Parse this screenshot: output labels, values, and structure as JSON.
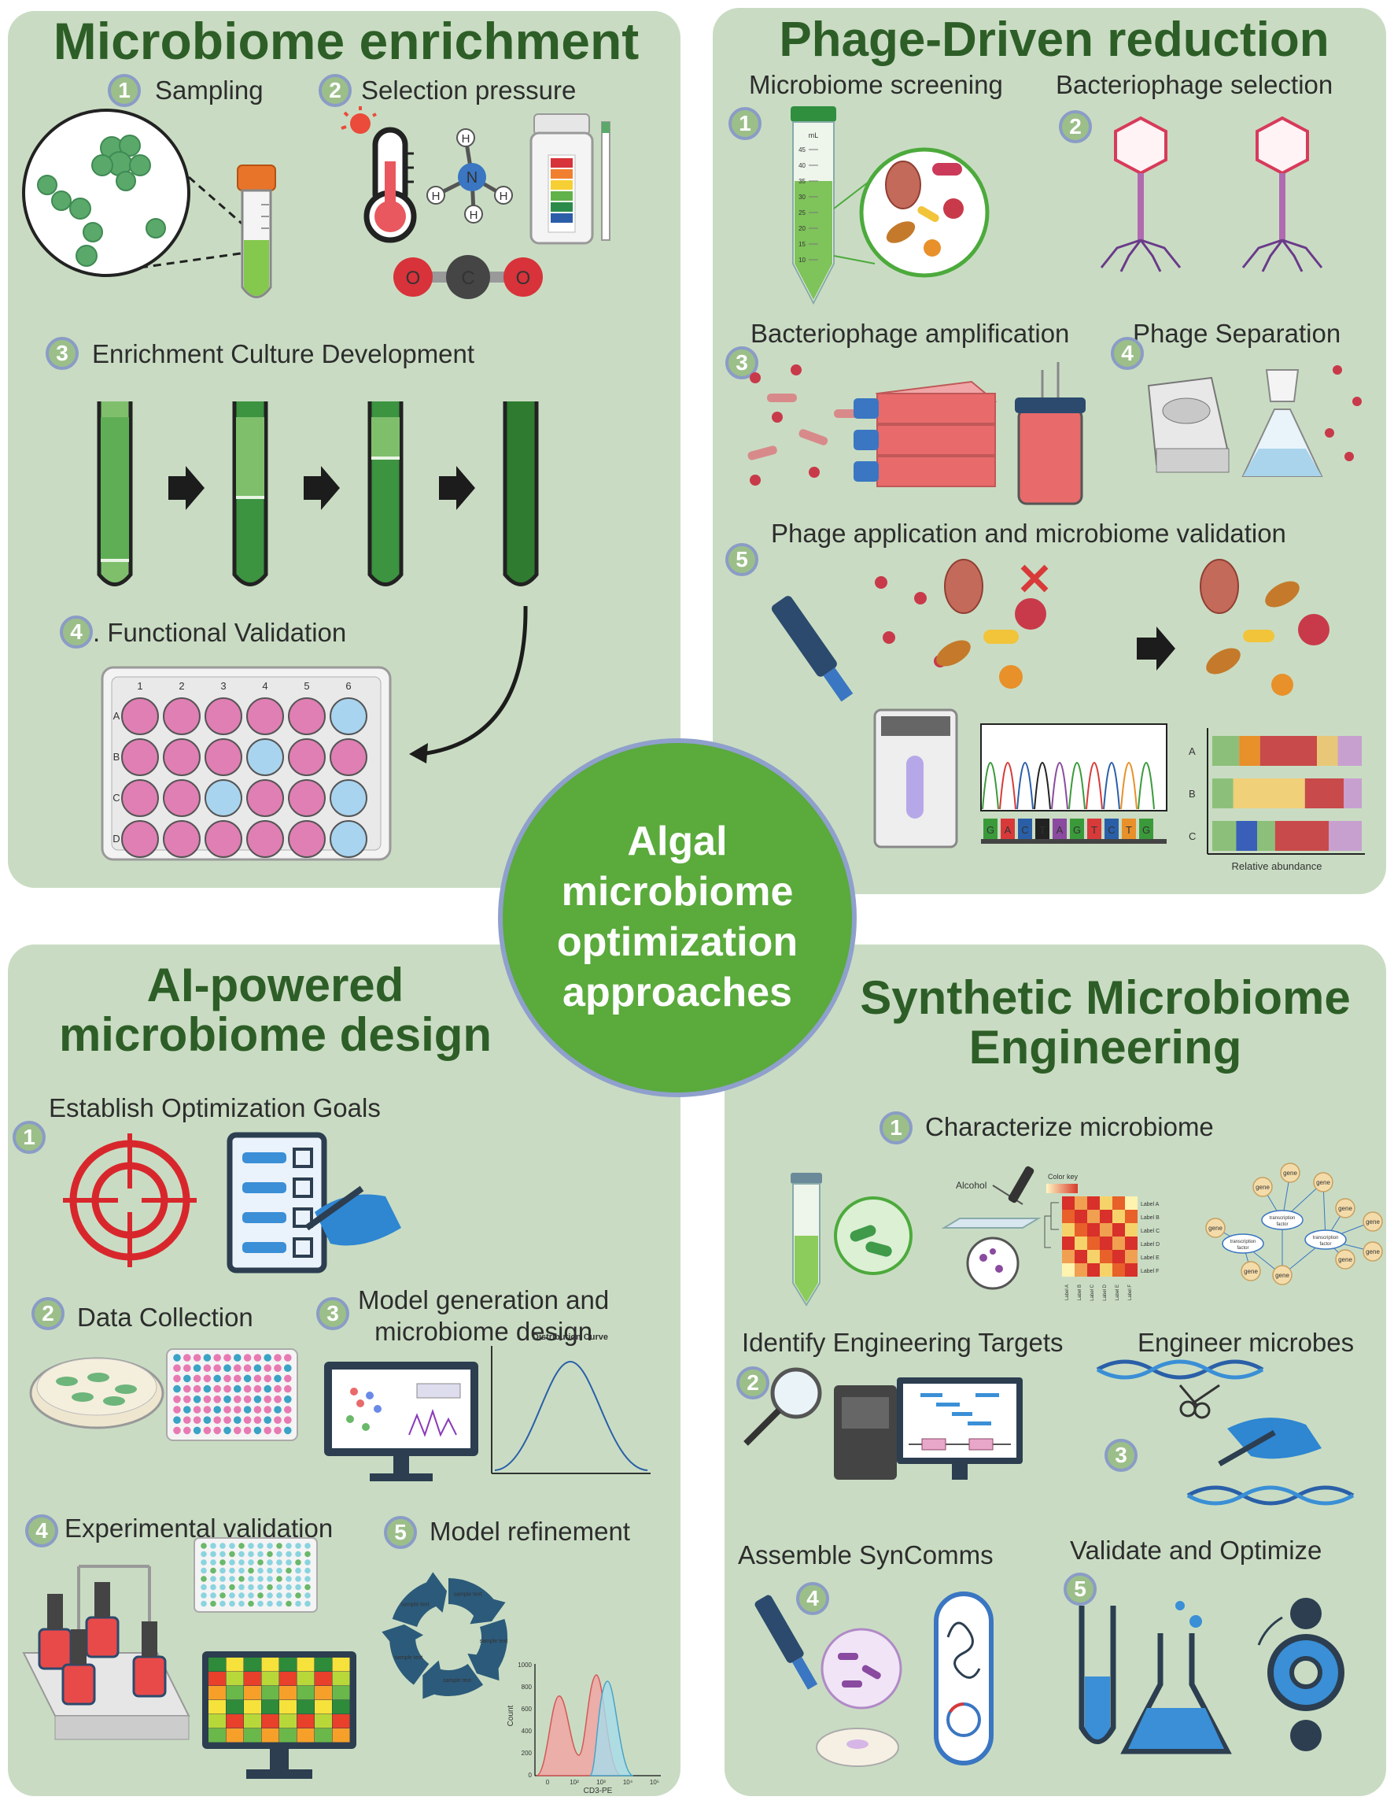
{
  "center": {
    "title_lines": [
      "Algal",
      "microbiome",
      "optimization",
      "approaches"
    ]
  },
  "panels": {
    "enrichment": {
      "title": "Microbiome enrichment",
      "steps": [
        {
          "num": "1",
          "label": "Sampling"
        },
        {
          "num": "2",
          "label": "Selection pressure"
        },
        {
          "num": "3",
          "label": "Enrichment Culture Development"
        },
        {
          "num": "4",
          "label": ". Functional Validation"
        }
      ],
      "plate": {
        "cols": [
          "1",
          "2",
          "3",
          "4",
          "5",
          "6"
        ],
        "rows": [
          "A",
          "B",
          "C",
          "D"
        ]
      },
      "atoms": {
        "n": "N",
        "h": "H",
        "o": "O",
        "c": "C"
      }
    },
    "phage": {
      "title": "Phage-Driven reduction",
      "steps": [
        {
          "num": "1",
          "label": "Microbiome screening"
        },
        {
          "num": "2",
          "label": "Bacteriophage selection"
        },
        {
          "num": "3",
          "label": "Bacteriophage amplification"
        },
        {
          "num": "4",
          "label": "Phage Separation"
        },
        {
          "num": "5",
          "label": "Phage application and microbiome validation"
        }
      ],
      "tube_unit": "mL",
      "tube_marks": [
        "45",
        "40",
        "35",
        "30",
        "25",
        "20",
        "15",
        "10"
      ],
      "sequence": [
        "G",
        "A",
        "C",
        "T",
        "A",
        "G",
        "T",
        "C",
        "T",
        "G"
      ],
      "abundance_rows": [
        "A",
        "B",
        "C"
      ],
      "abundance_label": "Relative abundance"
    },
    "ai": {
      "title_lines": [
        "AI-powered",
        "microbiome design"
      ],
      "steps": [
        {
          "num": "1",
          "label": "Establish Optimization Goals"
        },
        {
          "num": "2",
          "label": "Data Collection"
        },
        {
          "num": "3",
          "label_lines": [
            "Model generation and",
            "microbiome design"
          ]
        },
        {
          "num": "4",
          "label": "Experimental validation"
        },
        {
          "num": "5",
          "label": "Model refinement"
        }
      ],
      "distribution_title": "Distribution Curve",
      "cycle_text": "sample text",
      "hist_ylabel": "Count",
      "hist_xlabel": "CD3-PE",
      "hist_yticks": [
        "1000",
        "800",
        "600",
        "400",
        "200",
        "0"
      ],
      "hist_xticks": [
        "0",
        "10²",
        "10³",
        "10⁴",
        "10⁵"
      ]
    },
    "synthetic": {
      "title_lines": [
        "Synthetic Microbiome",
        "Engineering"
      ],
      "steps": [
        {
          "num": "1",
          "label": "Characterize microbiome"
        },
        {
          "num": "2",
          "label": "Identify Engineering Targets"
        },
        {
          "num": "3",
          "label": "Engineer microbes"
        },
        {
          "num": "4",
          "label": "Assemble SynComms"
        },
        {
          "num": "5",
          "label": "Validate and Optimize"
        }
      ],
      "alcohol_label": "Alcohol",
      "color_key": "Color key",
      "heatmap_labels": [
        "Label A",
        "Label B",
        "Label C",
        "Label D",
        "Label E",
        "Label F"
      ],
      "gene": "gene",
      "tf_lines": [
        "transcription",
        "factor"
      ]
    }
  },
  "colors": {
    "panel_bg": "#c9dcc3",
    "title_green": "#2e5e27",
    "center_green": "#5aaa3c",
    "pink_well": "#e07fb3",
    "blue_well": "#a9d4ef"
  }
}
